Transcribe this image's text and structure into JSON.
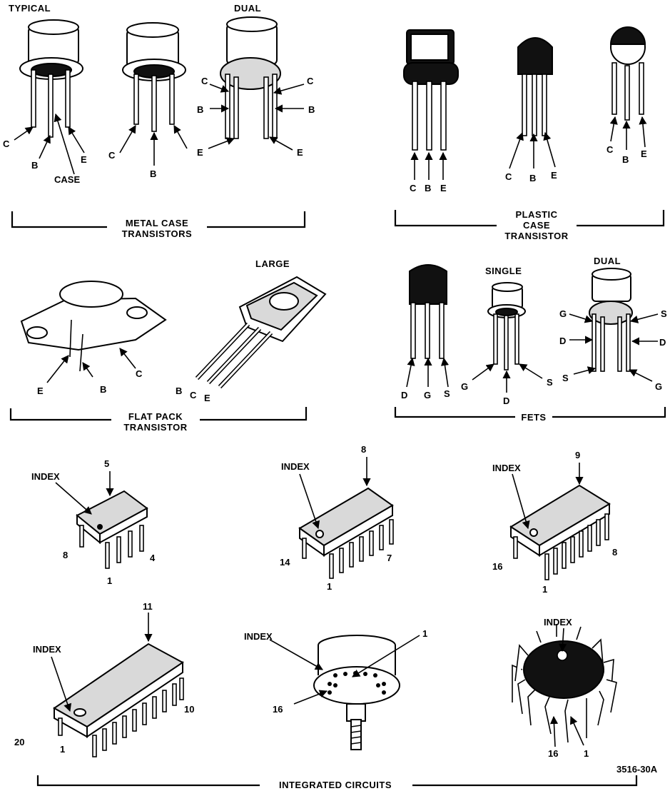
{
  "metal_case": {
    "typical_label": "TYPICAL",
    "dual_label": "DUAL",
    "caption_line1": "METAL CASE",
    "caption_line2": "TRANSISTORS",
    "pins": {
      "c": "C",
      "b": "B",
      "e": "E",
      "case": "CASE"
    }
  },
  "plastic_case": {
    "caption_line1": "PLASTIC",
    "caption_line2": "CASE",
    "caption_line3": "TRANSISTOR",
    "pins": {
      "c": "C",
      "b": "B",
      "e": "E"
    }
  },
  "flat_pack": {
    "large_label": "LARGE",
    "caption_line1": "FLAT PACK",
    "caption_line2": "TRANSISTOR",
    "pins": {
      "c": "C",
      "b": "B",
      "e": "E"
    }
  },
  "fets": {
    "single_label": "SINGLE",
    "dual_label": "DUAL",
    "caption": "FETS",
    "pins": {
      "d": "D",
      "g": "G",
      "s": "S"
    }
  },
  "integrated_circuits": {
    "caption": "INTEGRATED CIRCUITS",
    "index_label": "INDEX",
    "dip8": {
      "p1": "1",
      "p4": "4",
      "p5": "5",
      "p8": "8"
    },
    "dip14": {
      "p1": "1",
      "p7": "7",
      "p8": "8",
      "p14": "14"
    },
    "dip16": {
      "p1": "1",
      "p8": "8",
      "p9": "9",
      "p16": "16"
    },
    "dip20": {
      "p1": "1",
      "p10": "10",
      "p11": "11",
      "p20": "20"
    },
    "can": {
      "p1": "1",
      "p16": "16"
    },
    "flat": {
      "p1": "1",
      "p16": "16"
    }
  },
  "figure_id": "3516-30A"
}
